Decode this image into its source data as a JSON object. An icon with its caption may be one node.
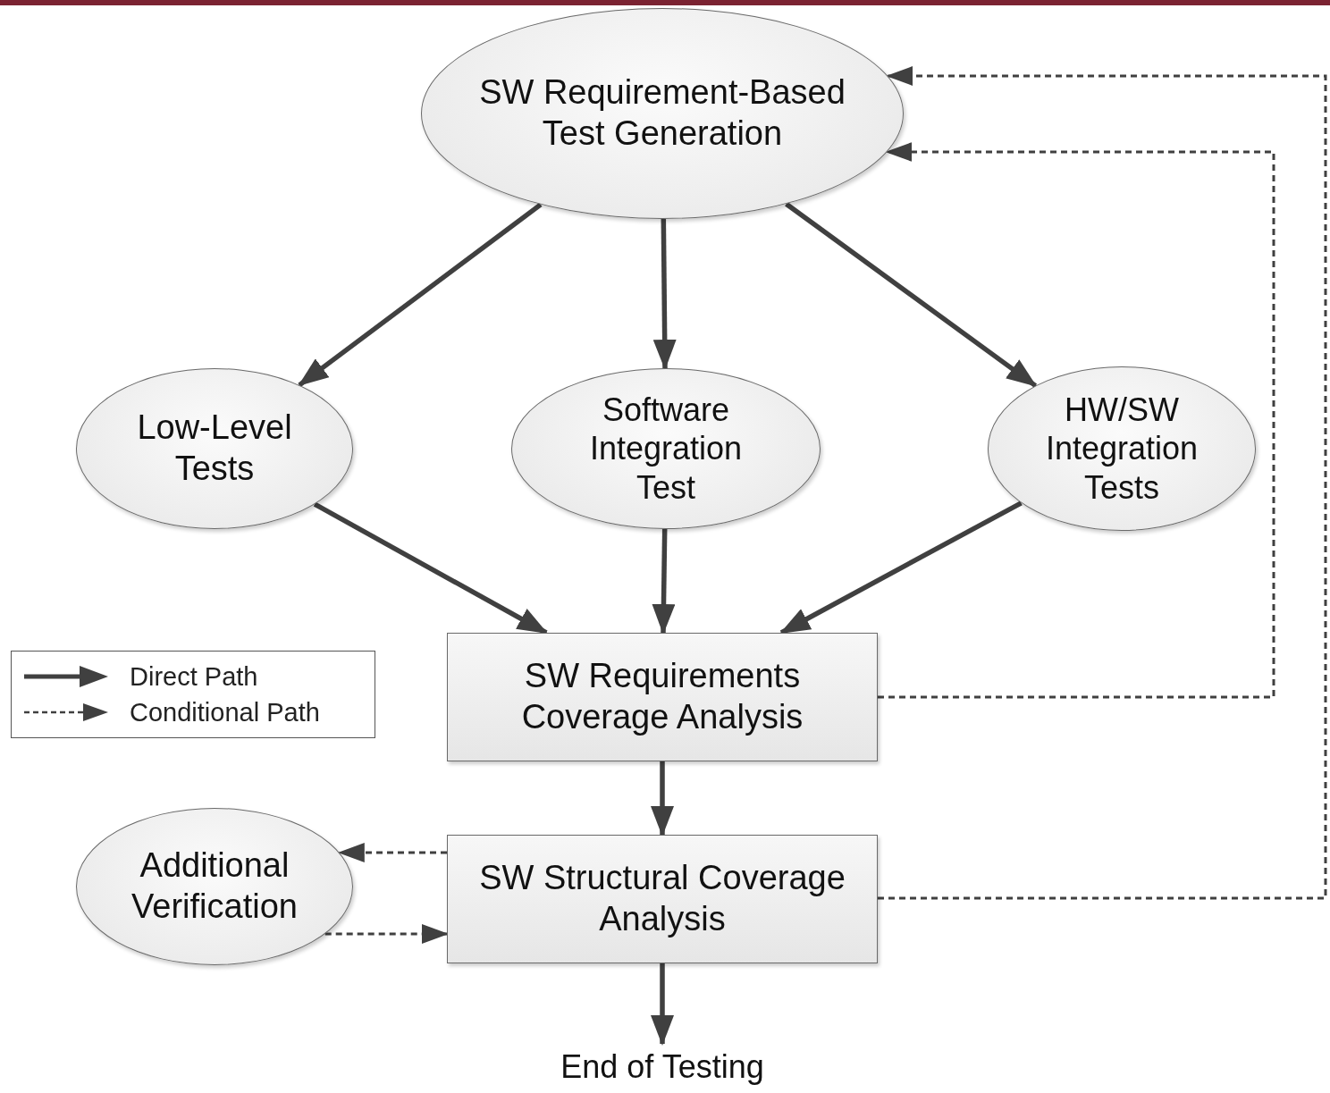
{
  "diagram": {
    "nodes": [
      {
        "text": [
          "SW Requirement-Based Test Generation"
        ]
      },
      {
        "text": [
          "Low-Level Tests"
        ]
      },
      {
        "text": [
          "Software Integration Test"
        ]
      },
      {
        "text": [
          "HW/SW Integration Tests"
        ]
      },
      {
        "text": [
          "SW Requirements Coverage Analysis"
        ]
      },
      {
        "text": [
          "SW Structural Coverage Analysis"
        ]
      },
      {
        "text": [
          "Additional Verification"
        ]
      },
      {
        "text": [
          "End of Testing"
        ]
      }
    ],
    "edges": [
      {
        "from": 0,
        "to": 1,
        "arrow": "to"
      },
      {
        "from": 0,
        "to": 2,
        "arrow": "to"
      },
      {
        "from": 0,
        "to": 3,
        "arrow": "to"
      },
      {
        "from": 1,
        "to": 4,
        "arrow": "to"
      },
      {
        "from": 2,
        "to": 4,
        "arrow": "to"
      },
      {
        "from": 3,
        "to": 4,
        "arrow": "to"
      },
      {
        "from": 4,
        "to": 5,
        "arrow": "to"
      },
      {
        "from": 5,
        "to": 6,
        "arrow": "to",
        "style": "dashed"
      },
      {
        "from": 6,
        "to": 5,
        "arrow": "to",
        "style": "dashed"
      },
      {
        "from": 5,
        "to": 7,
        "arrow": "to"
      },
      {
        "from": 4,
        "to": 0,
        "arrow": "to",
        "style": "dashed"
      },
      {
        "from": 5,
        "to": 0,
        "arrow": "to",
        "style": "dashed"
      }
    ],
    "legend": [
      {
        "text": "Direct Path"
      },
      {
        "text": "Conditional Path"
      }
    ]
  }
}
